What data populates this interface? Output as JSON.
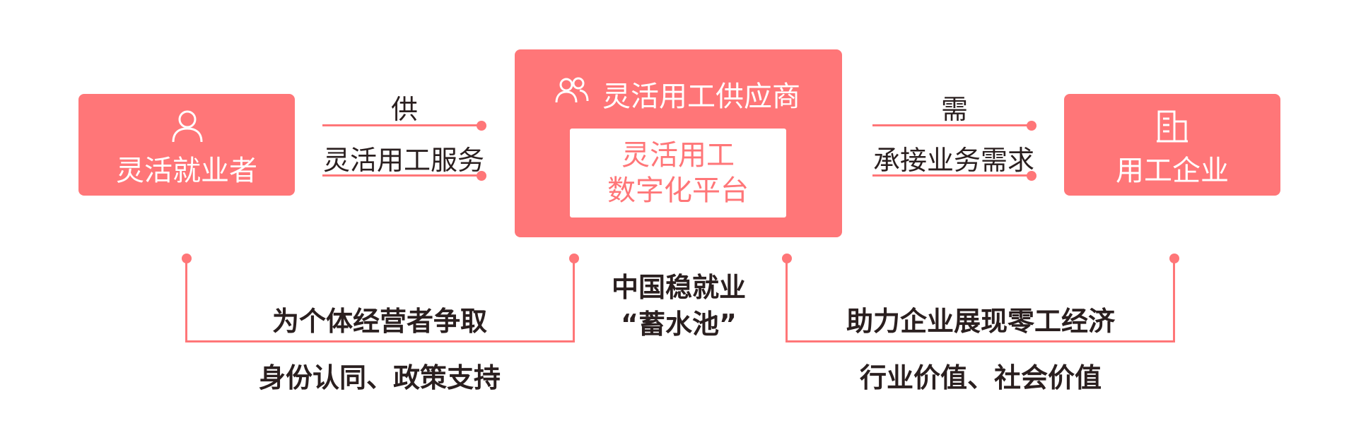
{
  "colors": {
    "accent": "#ff7678",
    "text": "#2a1f1f",
    "background": "#ffffff"
  },
  "left_box": {
    "label": "灵活就业者",
    "icon": "person-icon"
  },
  "right_box": {
    "label": "用工企业",
    "icon": "building-icon"
  },
  "center_box": {
    "title": "灵活用工供应商",
    "icon": "group-icon",
    "platform_line1": "灵活用工",
    "platform_line2": "数字化平台"
  },
  "left_connector": {
    "top_label": "供",
    "bottom_label": "灵活用工服务"
  },
  "right_connector": {
    "top_label": "需",
    "bottom_label": "承接业务需求"
  },
  "bottom_center": {
    "line1": "中国稳就业",
    "line2": "“蓄水池”"
  },
  "bottom_left": {
    "line1": "为个体经营者争取",
    "line2": "身份认同、政策支持"
  },
  "bottom_right": {
    "line1": "助力企业展现零工经济",
    "line2": "行业价值、社会价值"
  }
}
